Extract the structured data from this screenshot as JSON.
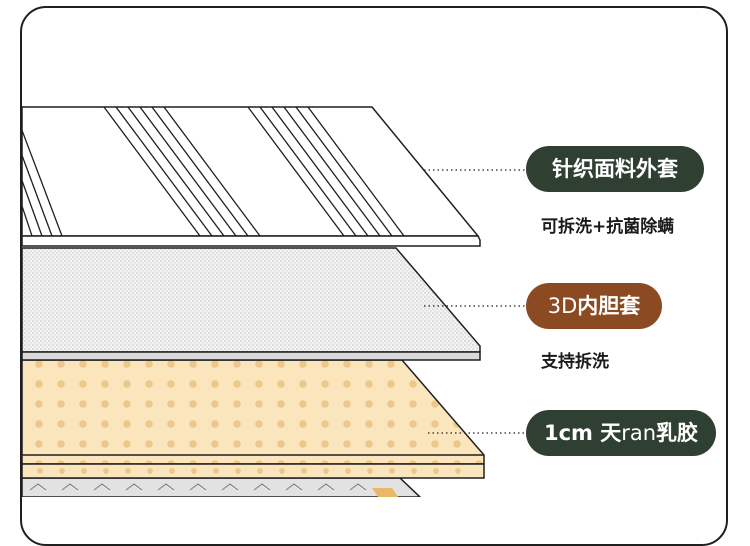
{
  "labels": [
    {
      "key": "knit",
      "title": "针织面料外套",
      "subtitle": "可拆洗+抗菌除螨"
    },
    {
      "key": "inner",
      "title_prefix": "3D",
      "title_rest": "内胆套",
      "subtitle": "支持拆洗"
    },
    {
      "key": "latex",
      "title_prefix": "1cm 天",
      "title_mid": "ran",
      "title_rest": "乳胶"
    }
  ],
  "colors": {
    "pill_dark": "#2f4032",
    "pill_brown": "#8b4a22",
    "latex_fill": "#fbe5bd",
    "latex_dot": "#ecc98a",
    "outline": "#1f1f1f"
  },
  "icons": [
    "knit-stripe-pattern",
    "mesh-dot-pattern",
    "latex-hole-pattern"
  ]
}
